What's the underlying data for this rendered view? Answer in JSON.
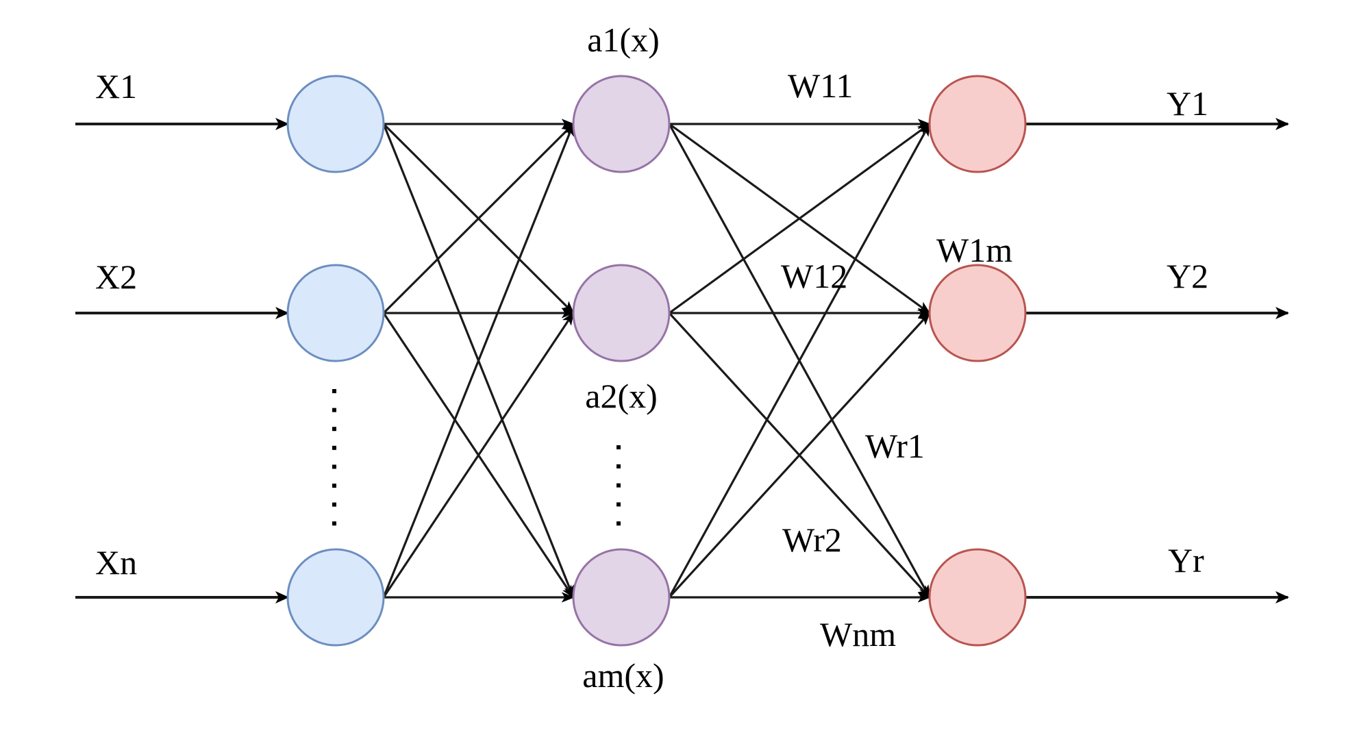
{
  "diagram": {
    "type": "neural-network",
    "title": "",
    "layers": [
      {
        "name": "input",
        "color_fill": "#dae8fc",
        "color_stroke": "#6c8ebf",
        "nodes": [
          {
            "label": "X1",
            "label_role": "input"
          },
          {
            "label": "X2",
            "label_role": "input"
          },
          {
            "label": "Xn",
            "label_role": "input"
          }
        ],
        "ellipsis": true
      },
      {
        "name": "hidden",
        "color_fill": "#e1d5e7",
        "color_stroke": "#9673a6",
        "nodes": [
          {
            "label": "a1(x)"
          },
          {
            "label": "a2(x)"
          },
          {
            "label": "am(x)"
          }
        ],
        "ellipsis": true
      },
      {
        "name": "output",
        "color_fill": "#f8cecc",
        "color_stroke": "#b85450",
        "nodes": [
          {
            "label": "Y1",
            "label_role": "output"
          },
          {
            "label": "Y2",
            "label_role": "output"
          },
          {
            "label": "Yr",
            "label_role": "output"
          }
        ],
        "ellipsis": false
      }
    ],
    "connections": [
      {
        "from": "input",
        "to": "hidden",
        "pattern": "fully-connected"
      },
      {
        "from": "hidden",
        "to": "output",
        "pattern": "fully-connected"
      }
    ],
    "weight_labels": [
      "W11",
      "W12",
      "W1m",
      "Wr1",
      "Wr2",
      "Wnm"
    ],
    "edge_color": "#1a1a1a"
  }
}
